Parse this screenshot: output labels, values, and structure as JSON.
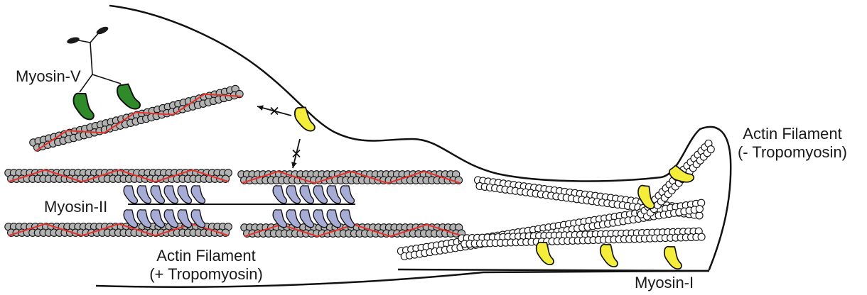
{
  "labels": {
    "myosin_v": "Myosin-V",
    "myosin_ii": "Myosin-II",
    "actin_plus_line1": "Actin Filament",
    "actin_plus_line2": "(+ Tropomyosin)",
    "actin_minus_line1": "Actin Filament",
    "actin_minus_line2": "(- Tropomyosin)",
    "myosin_i": "Myosin-I"
  },
  "colors": {
    "outline": "#111111",
    "actin_bead_plus": "#b3b3b3",
    "tropomyosin": "#e8312c",
    "actin_bead_minus": "#ffffff",
    "myosin_v_head": "#2f8a2a",
    "myosin_ii_head": "#a7acd6",
    "myosin_i_head": "#f4ee3a",
    "myosin_v_tip": "#1a1a1a"
  }
}
